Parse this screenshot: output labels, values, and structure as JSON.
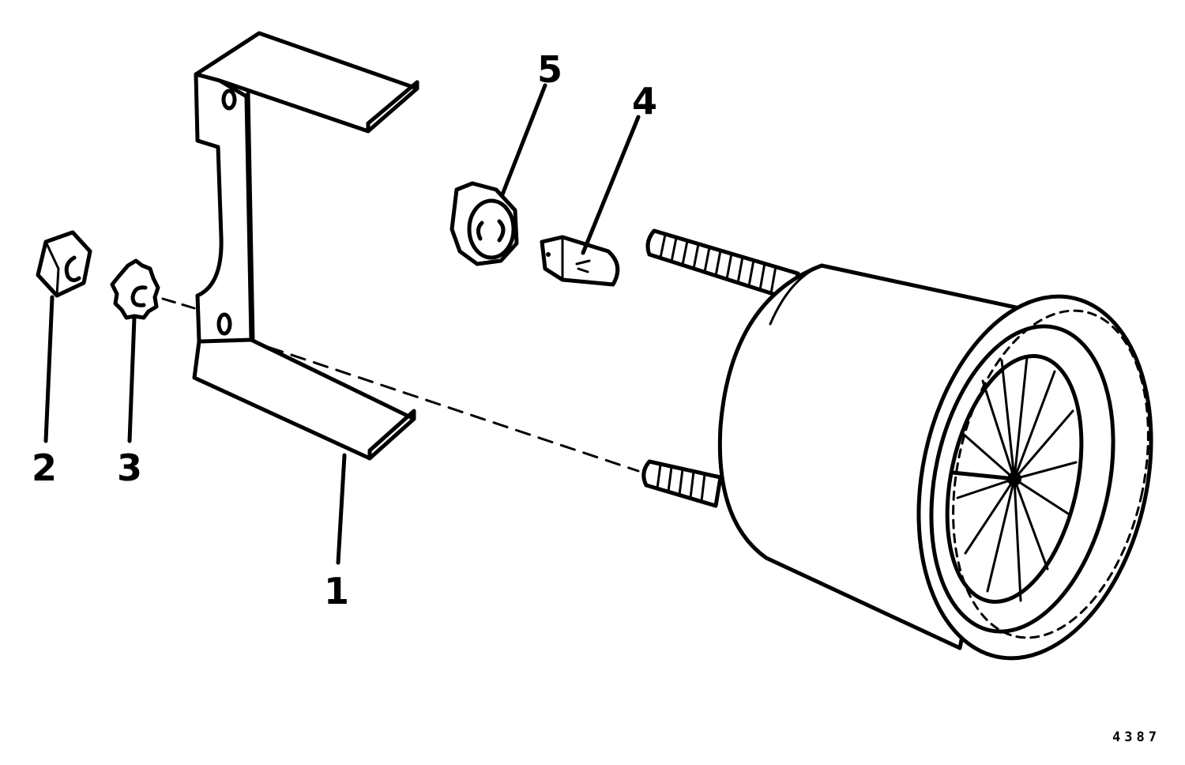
{
  "callouts": {
    "c1": "1",
    "c2": "2",
    "c3": "3",
    "c4": "4",
    "c5": "5"
  },
  "figure_number": "4387"
}
